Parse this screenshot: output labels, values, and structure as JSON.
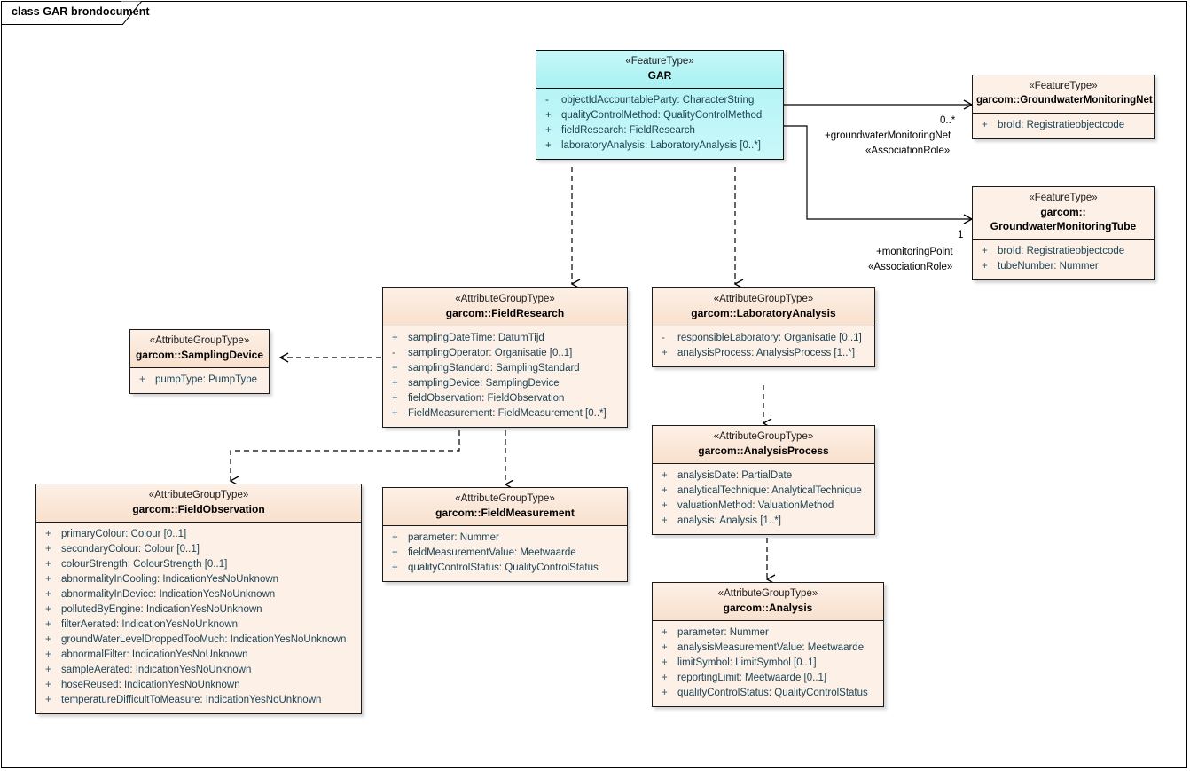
{
  "diagram": {
    "title": "class GAR brondocument",
    "kind": "uml-class-diagram",
    "colors": {
      "frame_border": "#000000",
      "class_fill": "#fdf0e6",
      "class_border": "#1a1a1a",
      "highlight_fill": "#a8f1f3",
      "attribute_text": "#233d4d"
    }
  },
  "classes": [
    {
      "id": "gar",
      "stereotype": "«FeatureType»",
      "name": "GAR",
      "highlight": true,
      "attributes": [
        {
          "vis": "-",
          "sig": "objectIdAccountableParty: CharacterString"
        },
        {
          "vis": "+",
          "sig": "qualityControlMethod: QualityControlMethod"
        },
        {
          "vis": "+",
          "sig": "fieldResearch: FieldResearch"
        },
        {
          "vis": "+",
          "sig": "laboratoryAnalysis: LaboratoryAnalysis [0..*]"
        }
      ]
    },
    {
      "id": "gwmn",
      "stereotype": "«FeatureType»",
      "name": "garcom::GroundwaterMonitoringNet",
      "highlight": false,
      "attributes": [
        {
          "vis": "+",
          "sig": "broId: Registratieobjectcode"
        }
      ]
    },
    {
      "id": "gwmt",
      "stereotype": "«FeatureType»",
      "name_line1": "garcom::",
      "name_line2": "GroundwaterMonitoringTube",
      "name": "garcom::GroundwaterMonitoringTube",
      "highlight": false,
      "attributes": [
        {
          "vis": "+",
          "sig": "broId: Registratieobjectcode"
        },
        {
          "vis": "+",
          "sig": "tubeNumber: Nummer"
        }
      ]
    },
    {
      "id": "fieldresearch",
      "stereotype": "«AttributeGroupType»",
      "name": "garcom::FieldResearch",
      "highlight": false,
      "attributes": [
        {
          "vis": "+",
          "sig": "samplingDateTime: DatumTijd"
        },
        {
          "vis": "-",
          "sig": "samplingOperator: Organisatie [0..1]"
        },
        {
          "vis": "+",
          "sig": "samplingStandard: SamplingStandard"
        },
        {
          "vis": "+",
          "sig": "samplingDevice: SamplingDevice"
        },
        {
          "vis": "+",
          "sig": "fieldObservation: FieldObservation"
        },
        {
          "vis": "+",
          "sig": "FieldMeasurement: FieldMeasurement [0..*]"
        }
      ]
    },
    {
      "id": "labanalysis",
      "stereotype": "«AttributeGroupType»",
      "name": "garcom::LaboratoryAnalysis",
      "highlight": false,
      "attributes": [
        {
          "vis": "-",
          "sig": "responsibleLaboratory: Organisatie [0..1]"
        },
        {
          "vis": "+",
          "sig": "analysisProcess: AnalysisProcess [1..*]"
        }
      ]
    },
    {
      "id": "samplingdevice",
      "stereotype": "«AttributeGroupType»",
      "name": "garcom::SamplingDevice",
      "highlight": false,
      "attributes": [
        {
          "vis": "+",
          "sig": "pumpType: PumpType"
        }
      ]
    },
    {
      "id": "analysisprocess",
      "stereotype": "«AttributeGroupType»",
      "name": "garcom::AnalysisProcess",
      "highlight": false,
      "attributes": [
        {
          "vis": "+",
          "sig": "analysisDate: PartialDate"
        },
        {
          "vis": "+",
          "sig": "analyticalTechnique: AnalyticalTechnique"
        },
        {
          "vis": "+",
          "sig": "valuationMethod: ValuationMethod"
        },
        {
          "vis": "+",
          "sig": "analysis: Analysis [1..*]"
        }
      ]
    },
    {
      "id": "analysis",
      "stereotype": "«AttributeGroupType»",
      "name": "garcom::Analysis",
      "highlight": false,
      "attributes": [
        {
          "vis": "+",
          "sig": "parameter: Nummer"
        },
        {
          "vis": "+",
          "sig": "analysisMeasurementValue: Meetwaarde"
        },
        {
          "vis": "+",
          "sig": "limitSymbol: LimitSymbol [0..1]"
        },
        {
          "vis": "+",
          "sig": "reportingLimit: Meetwaarde [0..1]"
        },
        {
          "vis": "+",
          "sig": "qualityControlStatus: QualityControlStatus"
        }
      ]
    },
    {
      "id": "fieldobservation",
      "stereotype": "«AttributeGroupType»",
      "name": "garcom::FieldObservation",
      "highlight": false,
      "attributes": [
        {
          "vis": "+",
          "sig": "primaryColour: Colour [0..1]"
        },
        {
          "vis": "+",
          "sig": "secondaryColour: Colour [0..1]"
        },
        {
          "vis": "+",
          "sig": "colourStrength: ColourStrength [0..1]"
        },
        {
          "vis": "+",
          "sig": "abnormalityInCooling: IndicationYesNoUnknown"
        },
        {
          "vis": "+",
          "sig": "abnormalityInDevice: IndicationYesNoUnknown"
        },
        {
          "vis": "+",
          "sig": "pollutedByEngine: IndicationYesNoUnknown"
        },
        {
          "vis": "+",
          "sig": "filterAerated: IndicationYesNoUnknown"
        },
        {
          "vis": "+",
          "sig": "groundWaterLevelDroppedTooMuch: IndicationYesNoUnknown"
        },
        {
          "vis": "+",
          "sig": "abnormalFilter: IndicationYesNoUnknown"
        },
        {
          "vis": "+",
          "sig": "sampleAerated: IndicationYesNoUnknown"
        },
        {
          "vis": "+",
          "sig": "hoseReused: IndicationYesNoUnknown"
        },
        {
          "vis": "+",
          "sig": "temperatureDifficultToMeasure: IndicationYesNoUnknown"
        }
      ]
    },
    {
      "id": "fieldmeasurement",
      "stereotype": "«AttributeGroupType»",
      "name": "garcom::FieldMeasurement",
      "highlight": false,
      "attributes": [
        {
          "vis": "+",
          "sig": "parameter: Nummer"
        },
        {
          "vis": "+",
          "sig": "fieldMeasurementValue: Meetwaarde"
        },
        {
          "vis": "+",
          "sig": "qualityControlStatus: QualityControlStatus"
        }
      ]
    }
  ],
  "connectors": [
    {
      "id": "gar-to-gwmn",
      "type": "association",
      "from": "gar",
      "to": "gwmn",
      "role": "+groundwaterMonitoringNet",
      "role_stereotype": "«AssociationRole»",
      "multiplicity": "0..*"
    },
    {
      "id": "gar-to-gwmt",
      "type": "association",
      "from": "gar",
      "to": "gwmt",
      "role": "+monitoringPoint",
      "role_stereotype": "«AssociationRole»",
      "multiplicity": "1"
    },
    {
      "id": "gar-to-fieldresearch",
      "type": "dependency",
      "from": "gar",
      "to": "fieldresearch"
    },
    {
      "id": "gar-to-labanalysis",
      "type": "dependency",
      "from": "gar",
      "to": "labanalysis"
    },
    {
      "id": "fieldresearch-to-samplingdevice",
      "type": "dependency",
      "from": "fieldresearch",
      "to": "samplingdevice"
    },
    {
      "id": "fieldresearch-to-fieldobservation",
      "type": "dependency",
      "from": "fieldresearch",
      "to": "fieldobservation"
    },
    {
      "id": "fieldresearch-to-fieldmeasurement",
      "type": "dependency",
      "from": "fieldresearch",
      "to": "fieldmeasurement"
    },
    {
      "id": "labanalysis-to-analysisprocess",
      "type": "dependency",
      "from": "labanalysis",
      "to": "analysisprocess"
    },
    {
      "id": "analysisprocess-to-analysis",
      "type": "dependency",
      "from": "analysisprocess",
      "to": "analysis"
    }
  ],
  "edge_labels": {
    "gwmn_mult": "0..*",
    "gwmn_role": "+groundwaterMonitoringNet",
    "gwmn_stereo": "«AssociationRole»",
    "gwmt_mult": "1",
    "gwmt_role": "+monitoringPoint",
    "gwmt_stereo": "«AssociationRole»"
  }
}
